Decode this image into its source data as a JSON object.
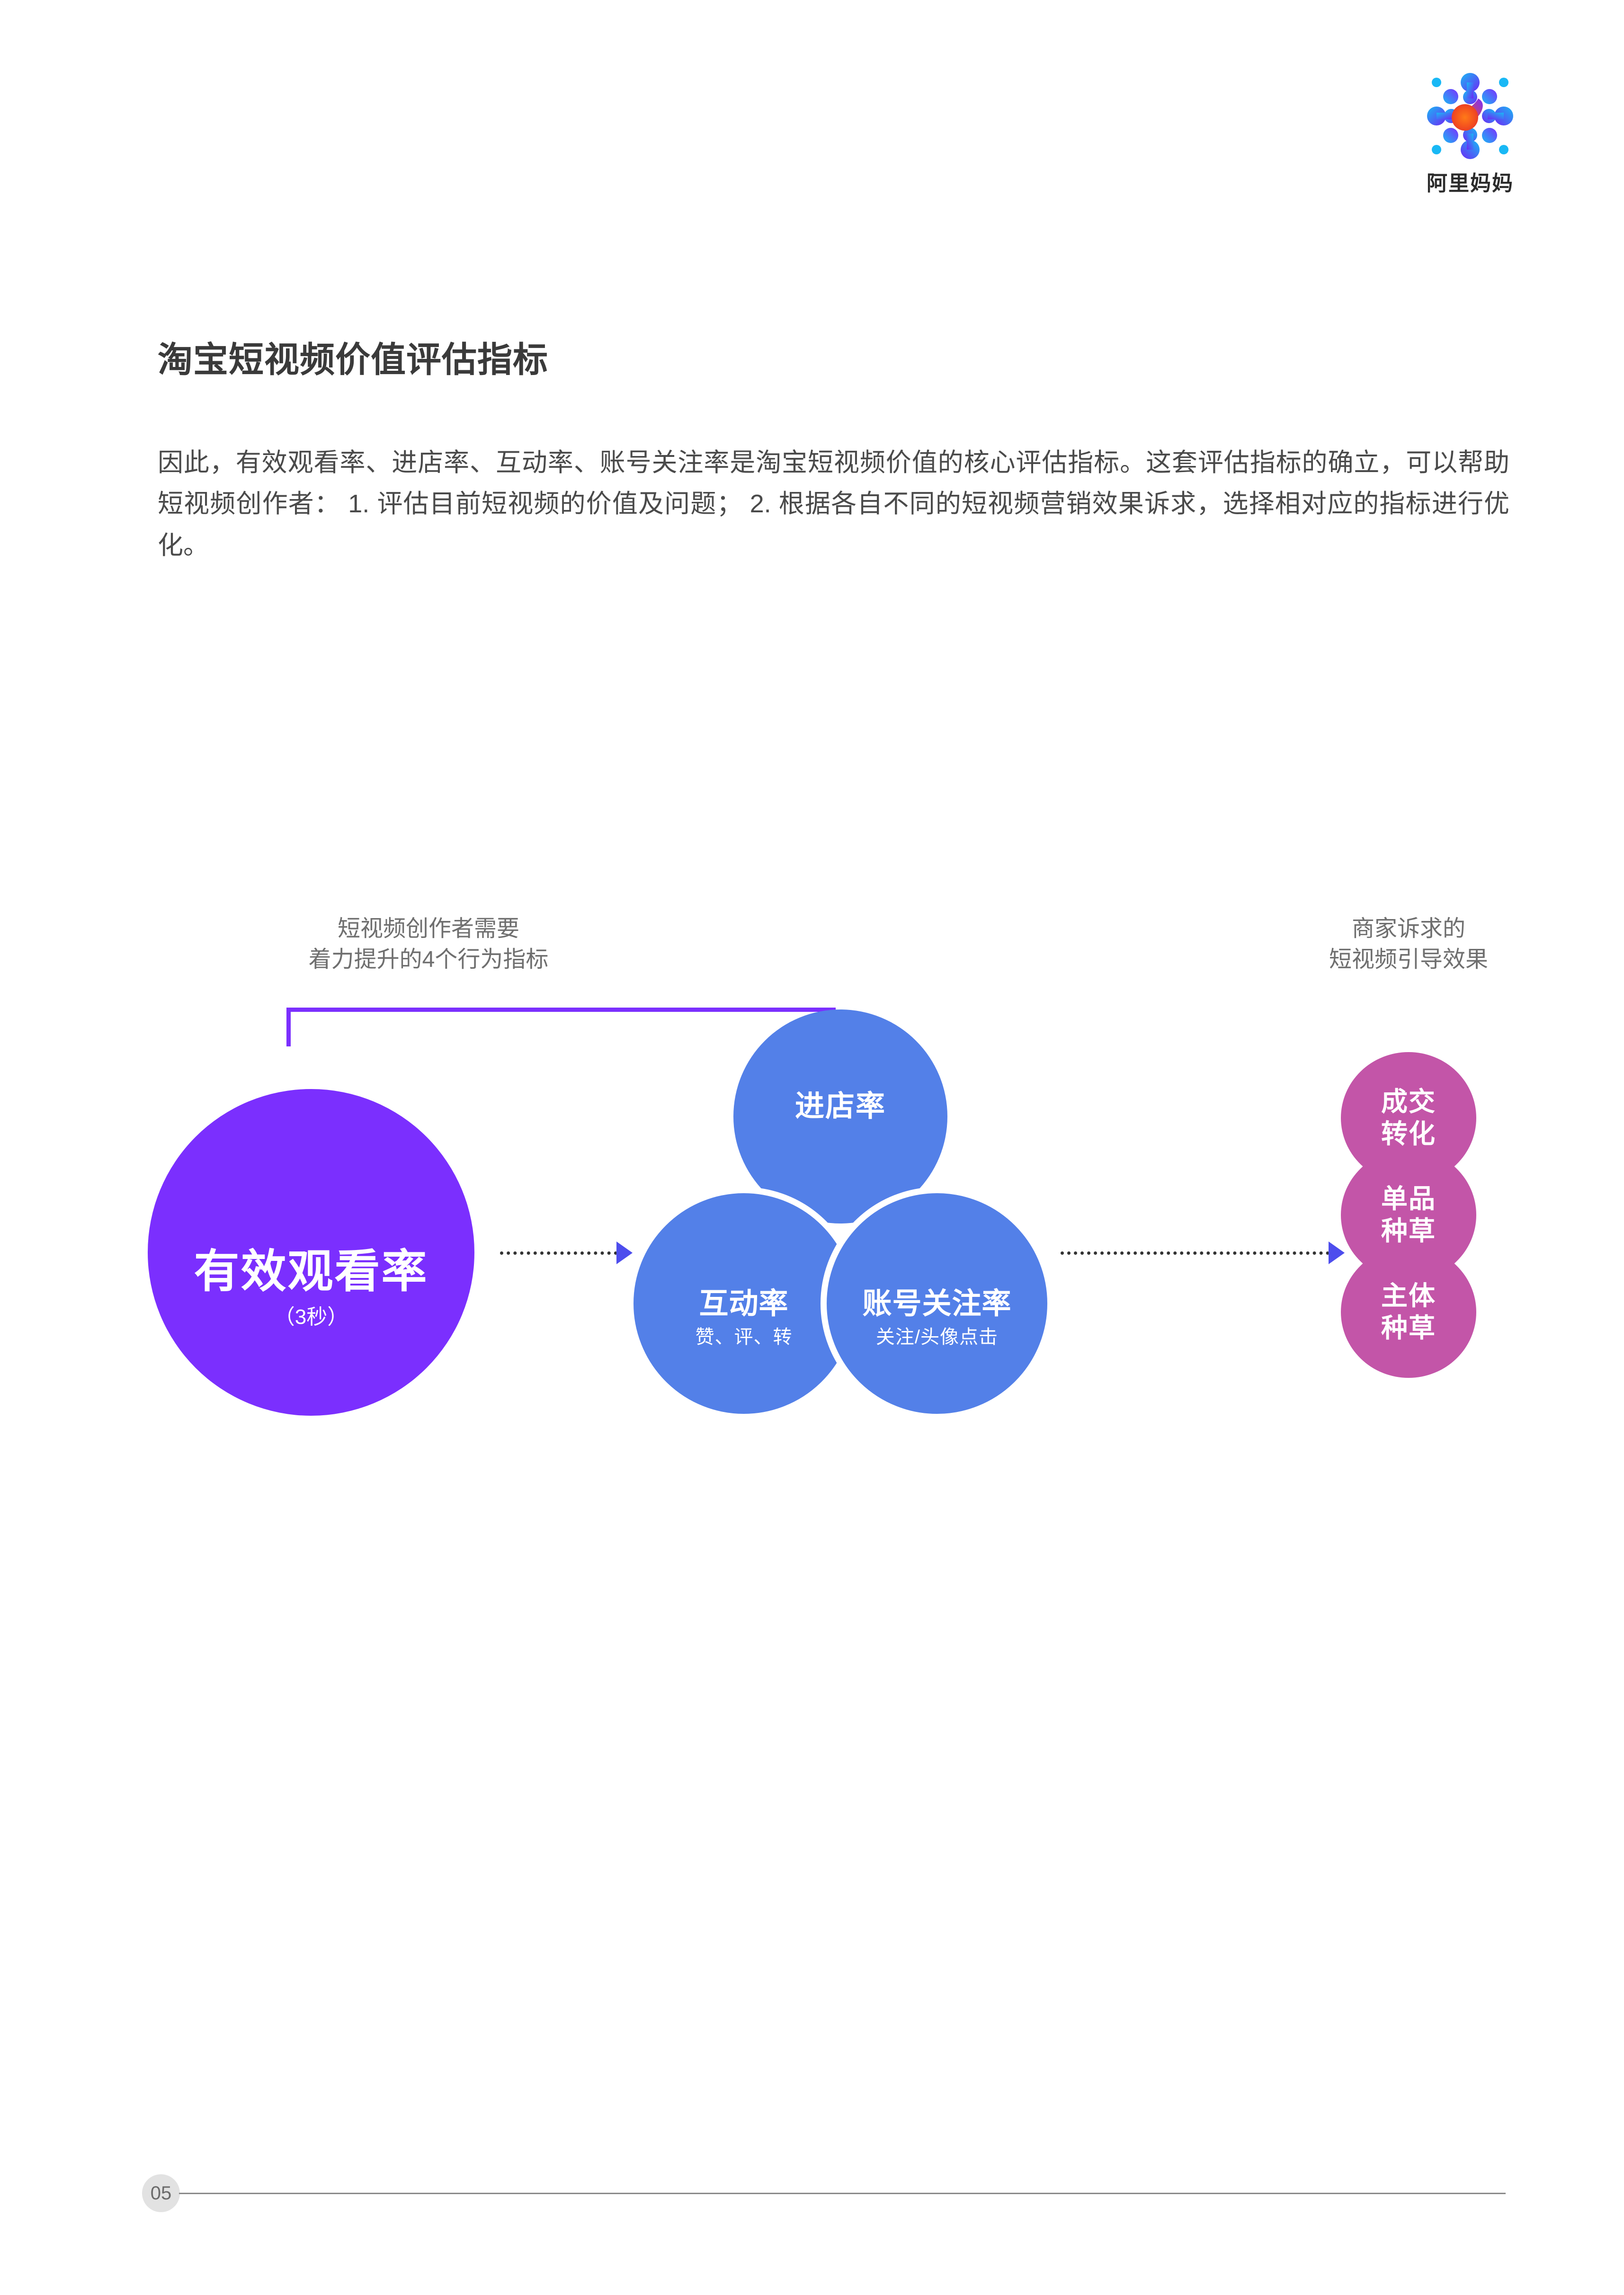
{
  "brand": {
    "name": "阿里妈妈",
    "logo_icon": "alimama-burst-logo",
    "accent_orange": "#f4511e",
    "accent_blue": "#18b4f0",
    "accent_purple": "#6d28f5"
  },
  "page_title": "淘宝短视频价值评估指标",
  "intro_paragraph": "因此，有效观看率、进店率、互动率、账号关注率是淘宝短视频价值的核心评估指标。这套评估指标的确立，可以帮助短视频创作者： 1. 评估目前短视频的价值及问题； 2. 根据各自不同的短视频营销效果诉求，选择相对应的指标进行优化。",
  "diagram": {
    "caption_left": "短视频创作者需要\n着力提升的4个行为指标",
    "caption_left_line1": "短视频创作者需要",
    "caption_left_line2": "着力提升的4个行为指标",
    "caption_right_line1": "商家诉求的",
    "caption_right_line2": "短视频引导效果",
    "colors": {
      "purple": "#7b2ffe",
      "blue": "#5380e8",
      "pink": "#c355a8",
      "bracket": "#7b2ffe",
      "arrow_line": "#333333",
      "arrow_head": "#4d4ded"
    },
    "entry_node": {
      "label": "有效观看率",
      "sublabel": "（3秒）",
      "color": "#7b2ffe"
    },
    "behavior_nodes": [
      {
        "label": "进店率",
        "sublabel": "",
        "color": "#5380e8"
      },
      {
        "label": "互动率",
        "sublabel": "赞、评、转",
        "color": "#5380e8"
      },
      {
        "label": "账号关注率",
        "sublabel": "关注/头像点击",
        "color": "#5380e8"
      }
    ],
    "outcome_nodes": [
      {
        "line1": "成交",
        "line2": "转化",
        "color": "#c355a8"
      },
      {
        "line1": "单品",
        "line2": "种草",
        "color": "#c355a8"
      },
      {
        "line1": "主体",
        "line2": "种草",
        "color": "#c355a8"
      }
    ],
    "arrows": [
      {
        "name": "entry-to-behaviors",
        "style": "dotted-with-arrowhead"
      },
      {
        "name": "behaviors-to-outcomes",
        "style": "dotted-with-arrowhead"
      }
    ]
  },
  "footer": {
    "page_number": "05"
  }
}
